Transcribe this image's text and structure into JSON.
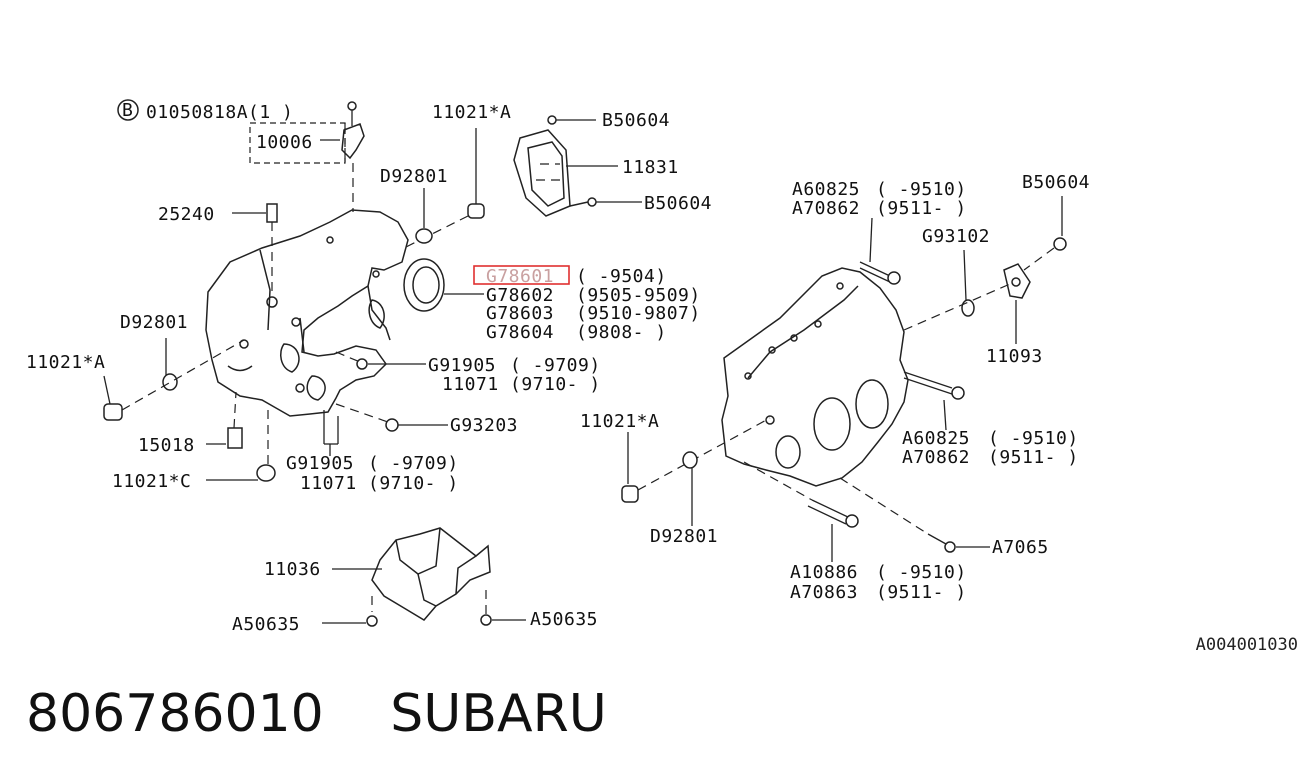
{
  "diagram": {
    "highlight_color": "#e03030",
    "labels": {
      "b_circle": "B",
      "bolt_01050818A": "01050818A(1 )",
      "part_10006": "10006",
      "part_11021A_top": "11021*A",
      "part_B50604_top": "B50604",
      "part_11831": "11831",
      "part_B50604_mid": "B50604",
      "part_D92801_top": "D92801",
      "part_25240": "25240",
      "part_G78601": "G78601",
      "part_G78601_range": "(      -9504)",
      "part_G78602": "G78602",
      "part_G78602_range": "(9505-9509)",
      "part_G78603": "G78603",
      "part_G78603_range": "(9510-9807)",
      "part_G78604": "G78604",
      "part_G78604_range": "(9808-     )",
      "part_D92801_left": "D92801",
      "part_11021A_left": "11021*A",
      "part_G91905_mid": "G91905",
      "part_G91905_mid_range": "(      -9709)",
      "part_11071_mid": "11071",
      "part_11071_mid_range": "(9710-     )",
      "part_G93203": "G93203",
      "part_15018": "15018",
      "part_11021C": "11021*C",
      "part_G91905_low": "G91905",
      "part_G91905_low_range": "(      -9709)",
      "part_11071_low": "11071",
      "part_11071_low_range": "(9710-     )",
      "part_11036": "11036",
      "part_A50635_left": "A50635",
      "part_A50635_right": "A50635",
      "part_A60825_top": "A60825",
      "part_A60825_top_range": "(      -9510)",
      "part_A70862_top": "A70862",
      "part_A70862_top_range": "(9511-     )",
      "part_B50604_right": "B50604",
      "part_G93102": "G93102",
      "part_11093": "11093",
      "part_11021A_right": "11021*A",
      "part_A60825_low": "A60825",
      "part_A60825_low_range": "(      -9510)",
      "part_A70862_low": "A70862",
      "part_A70862_low_range": "(9511-     )",
      "part_D92801_right": "D92801",
      "part_A7065": "A7065",
      "part_A10886": "A10886",
      "part_A10886_range": "(      -9510)",
      "part_A70863": "A70863",
      "part_A70863_range": "(9511-     )"
    },
    "reference_code": "A004001030"
  },
  "footer": {
    "part_number": "806786010",
    "brand": "SUBARU"
  }
}
